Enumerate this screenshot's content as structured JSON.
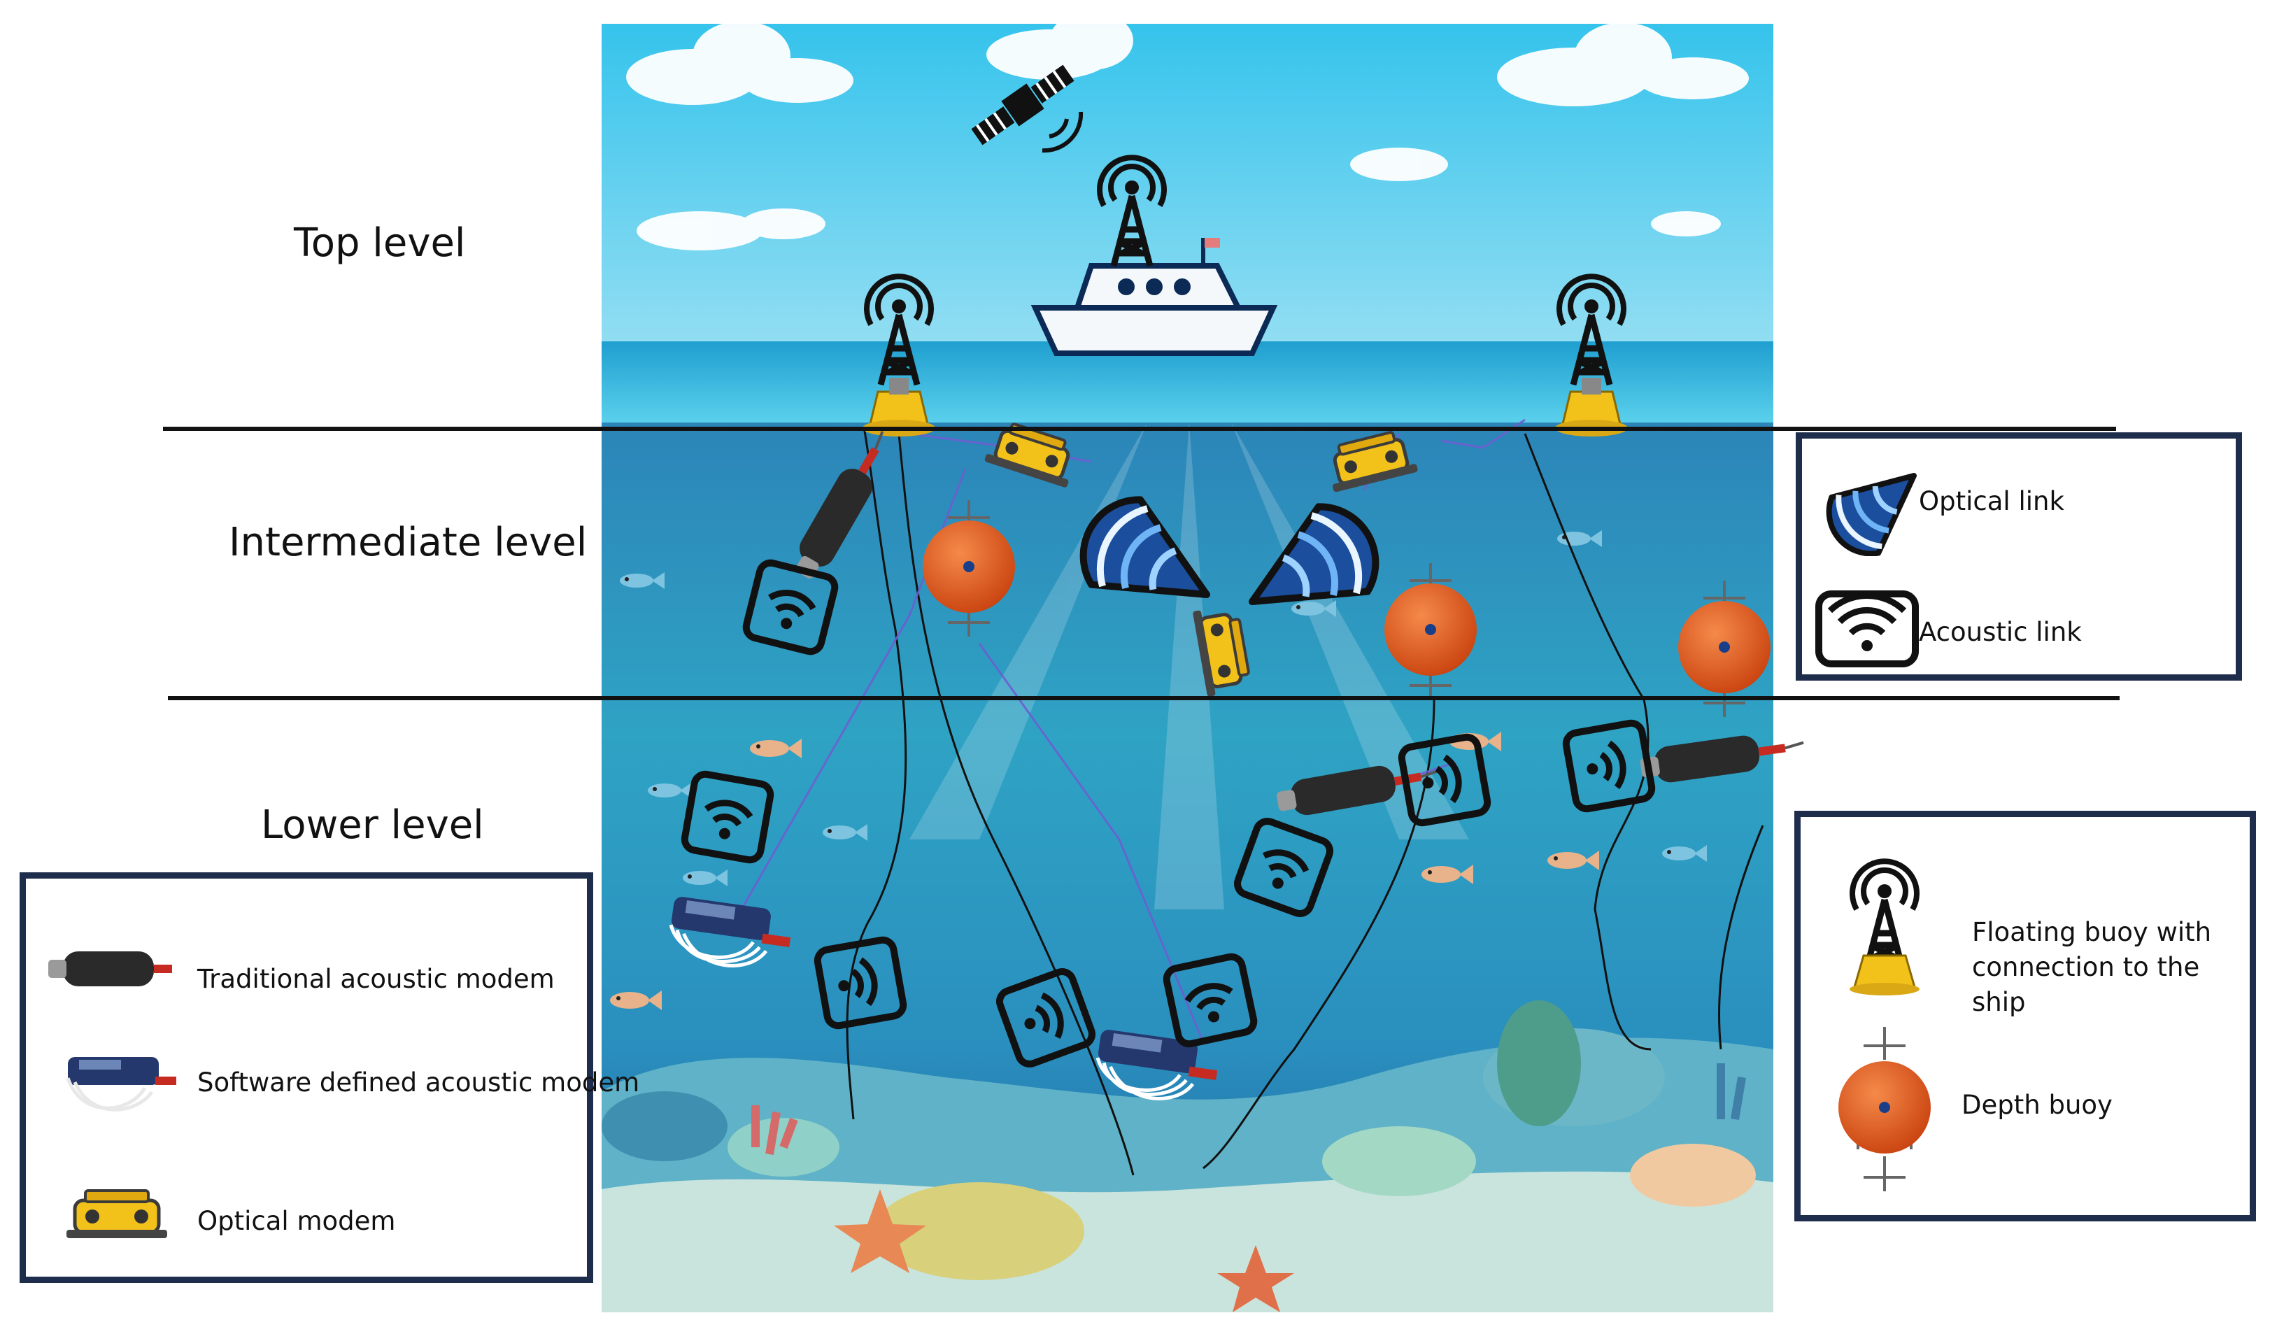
{
  "levels": {
    "top": "Top level",
    "intermediate": "Intermediate level",
    "lower": "Lower level"
  },
  "legend_links": {
    "optical": "Optical link",
    "acoustic": "Acoustic link"
  },
  "legend_modems": {
    "traditional": "Traditional acoustic modem",
    "software_defined": "Software defined acoustic modem",
    "optical": "Optical modem"
  },
  "legend_buoys": {
    "floating": "Floating buoy with connection to the ship",
    "depth": "Depth buoy"
  },
  "colors": {
    "sky": "#3fc6ea",
    "ocean_deep": "#1f6fa0",
    "buoy_orange": "#e2541c",
    "optical_blue": "#2a6fd6",
    "frame_navy": "#1f2d4d",
    "modem_yellow": "#f2c21a"
  }
}
